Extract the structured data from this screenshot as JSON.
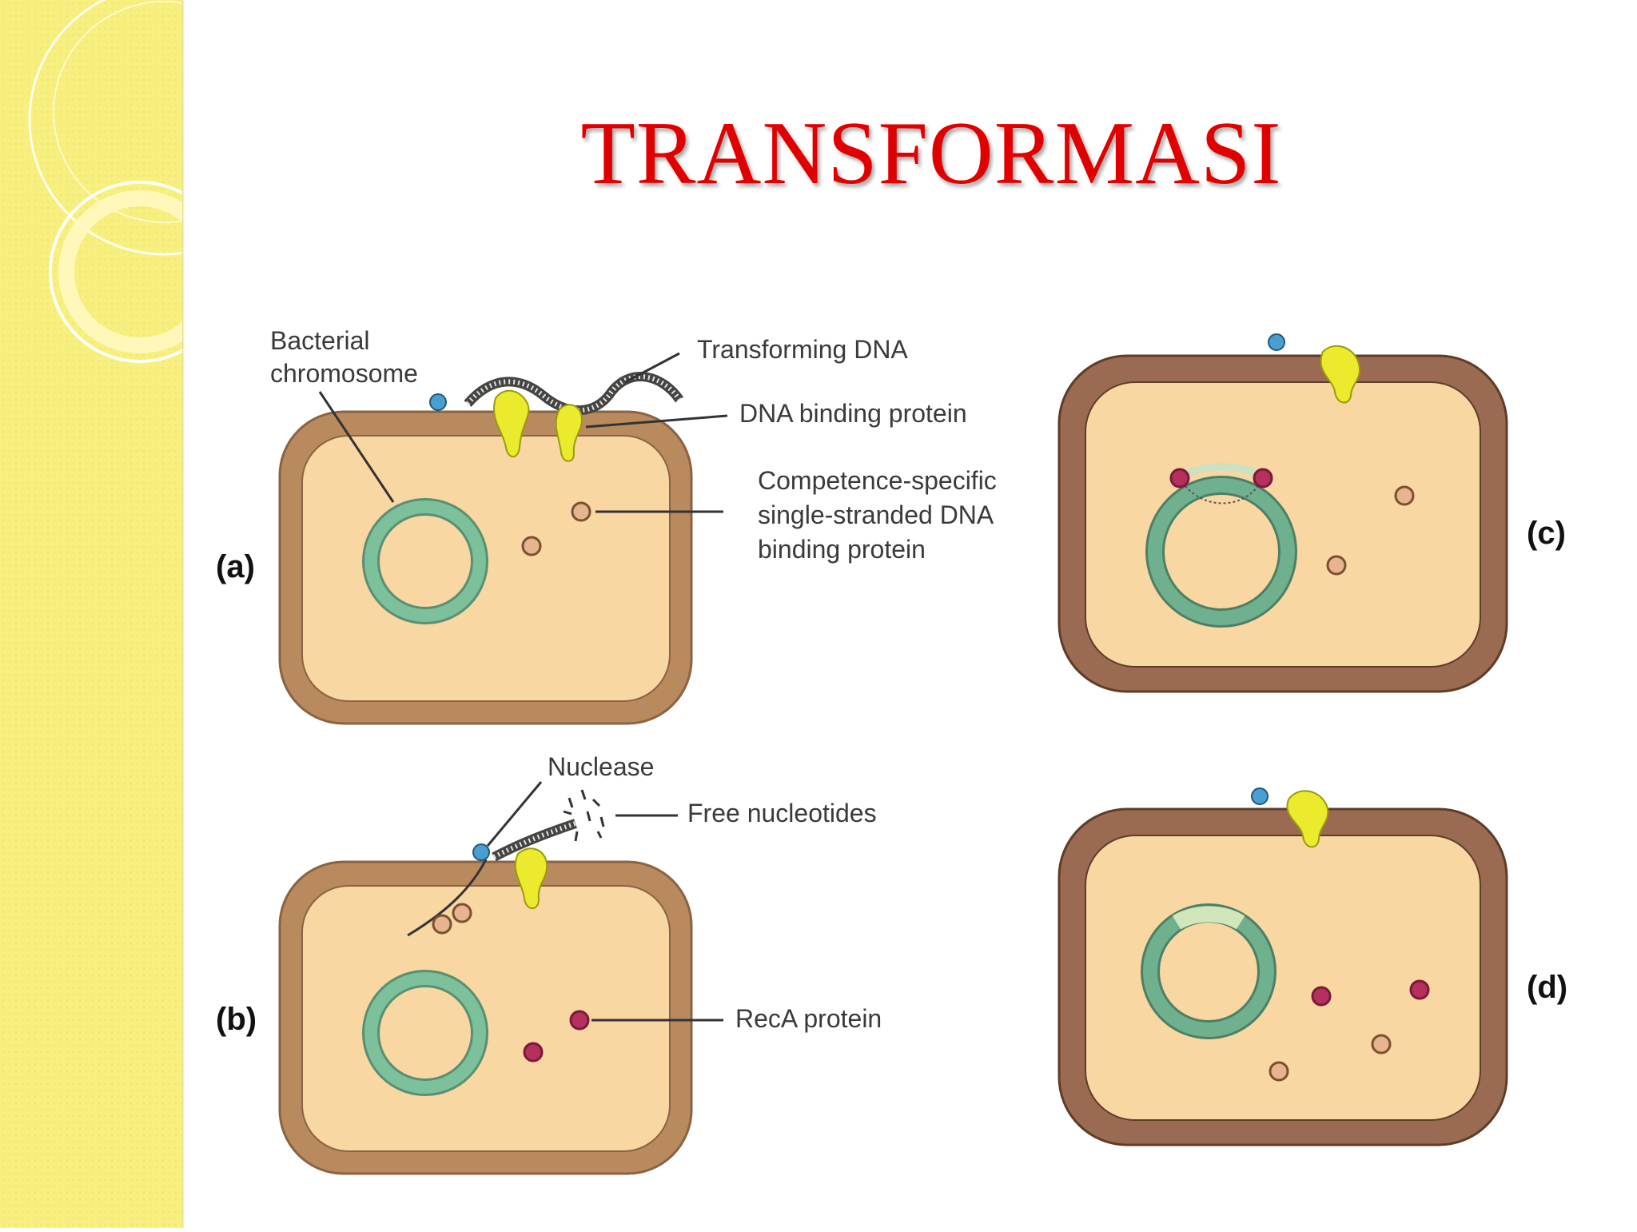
{
  "title": "TRANSFORMASI",
  "colors": {
    "title": "#e00000",
    "sidebar": "#f7ef80",
    "cell_wall": "#b98a5e",
    "cell_wall_dark": "#9a6b52",
    "cytoplasm": "#f9d7a2",
    "chromosome": "#6fb18e",
    "dna_binding_protein": "#ecea2c",
    "ss_binding_protein": "#e6b48e",
    "reca_protein": "#b5305c",
    "nuclease": "#4a9fd0"
  },
  "labels": {
    "bacterial_chromosome_1": "Bacterial",
    "bacterial_chromosome_2": "chromosome",
    "transforming_dna": "Transforming DNA",
    "dna_binding_protein": "DNA binding protein",
    "competence_1": "Competence-specific",
    "competence_2": "single-stranded DNA",
    "competence_3": "binding protein",
    "nuclease": "Nuclease",
    "free_nucleotides": "Free nucleotides",
    "reca_protein": "RecA protein"
  },
  "panels": {
    "a": "(a)",
    "b": "(b)",
    "c": "(c)",
    "d": "(d)"
  }
}
